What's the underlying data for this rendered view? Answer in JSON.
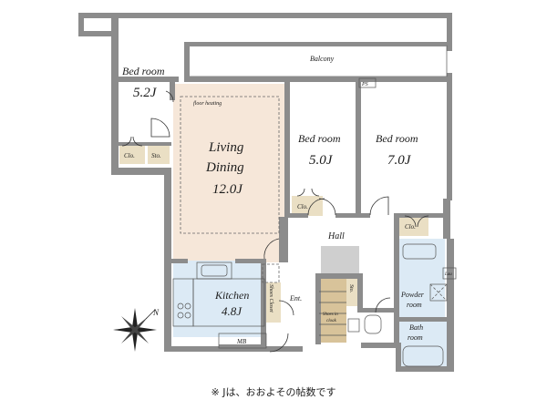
{
  "rooms": {
    "bedroom_left": {
      "name": "Bed room",
      "size": "5.2J"
    },
    "living": {
      "name_line1": "Living",
      "name_line2": "Dining",
      "size": "12.0J",
      "note": "floor heating"
    },
    "bedroom_mid": {
      "name": "Bed room",
      "size": "5.0J"
    },
    "bedroom_right": {
      "name": "Bed room",
      "size": "7.0J"
    },
    "kitchen": {
      "name": "Kitchen",
      "size": "4.8J"
    },
    "hall": {
      "name": "Hall"
    },
    "powder": {
      "line1": "Powder",
      "line2": "room"
    },
    "bath": {
      "line1": "Bath",
      "line2": "room"
    },
    "entrance": {
      "name": "Ent."
    },
    "balcony": {
      "name": "Balcony"
    }
  },
  "storage": {
    "clo_left": "Clo.",
    "sto_left": "Sto.",
    "clo_mid": "Clo.",
    "clo_right": "Clo.",
    "shoes_closet": "Shoes Closet",
    "shoes_in_cloak_line1": "Shoes in",
    "shoes_in_cloak_line2": "cloak",
    "sto_hall": "Sto.",
    "lau": "Lau",
    "ps": "PS",
    "mb": "MB"
  },
  "compass": {
    "north": "N"
  },
  "footnote": "※ Jは、おおよその帖数です",
  "colors": {
    "wall": "#8c8c8c",
    "living_floor": "#f6e7d9",
    "wet_area": "#dceaf5",
    "storage": "#eadfc4",
    "shoes_cloak": "#d8c39a"
  }
}
